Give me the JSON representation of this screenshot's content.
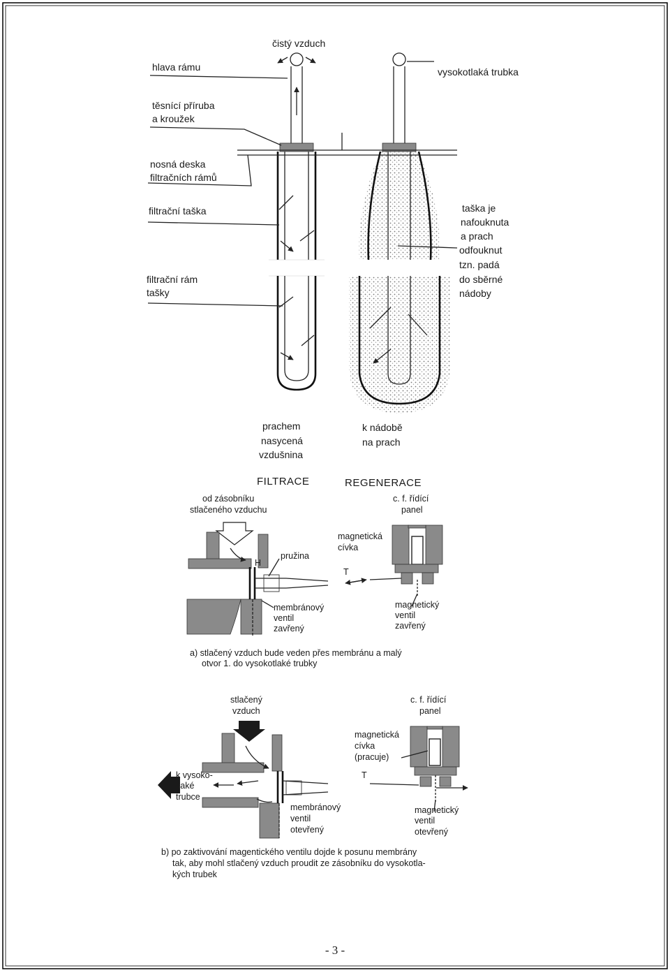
{
  "labels": {
    "clean_air": "čistý vzduch",
    "frame_head": "hlava rámu",
    "flange_1": "těsnící příruba",
    "flange_2": "a kroužek",
    "plate_1": "nosná deska",
    "plate_2": "filtračních rámů",
    "bag": "filtrační taška",
    "bag_frame_1": "filtrační rám",
    "bag_frame_2": "tašky",
    "hp_tube": "vysokotlaká trubka",
    "inflated_1": "taška je",
    "inflated_2": "nafouknuta",
    "inflated_3": "a prach",
    "inflated_4": "odfouknut",
    "inflated_5": "tzn. padá",
    "inflated_6": "do sběrné",
    "inflated_7": "nádoby",
    "dusty_1": "prachem",
    "dusty_2": "nasycená",
    "dusty_3": "vzdušnina",
    "to_container_1": "k nádobě",
    "to_container_2": "na prach",
    "filtration": "FILTRACE",
    "regeneration": "REGENERACE"
  },
  "valve_a": {
    "from_tank_1": "od zásobníku",
    "from_tank_2": "stlačeného vzduchu",
    "spring": "pružina",
    "h": "H",
    "magnetic_coil_1": "magnetická",
    "magnetic_coil_2": "cívka",
    "panel_1": "c. f. řídící",
    "panel_2": "panel",
    "t": "T",
    "membrane_1": "membránový",
    "membrane_2": "ventil",
    "membrane_3": "zavřený",
    "mag_valve_1": "magnetický",
    "mag_valve_2": "ventil",
    "mag_valve_3": "zavřený",
    "caption_1": "a) stlačený vzduch bude veden přes membránu a malý",
    "caption_2": "otvor 1. do vysokotlaké trubky"
  },
  "valve_b": {
    "compressed_1": "stlačený",
    "compressed_2": "vzduch",
    "panel_1": "c. f. řídící",
    "panel_2": "panel",
    "coil_1": "magnetická",
    "coil_2": "cívka",
    "coil_3": "(pracuje)",
    "t": "T",
    "to_hp_1": "k vysoko-",
    "to_hp_2": "tlaké",
    "to_hp_3": "trubce",
    "membrane_1": "membránový",
    "membrane_2": "ventil",
    "membrane_3": "otevřený",
    "mag_valve_1": "magnetický",
    "mag_valve_2": "ventil",
    "mag_valve_3": "otevřený",
    "caption_1": "b) po zaktivování magentického ventilu dojde k posunu membrány",
    "caption_2": "tak, aby mohl stlačený vzduch proudit ze zásobníku do vysokotla-",
    "caption_3": "kých trubek"
  },
  "page_number": "- 3 -"
}
